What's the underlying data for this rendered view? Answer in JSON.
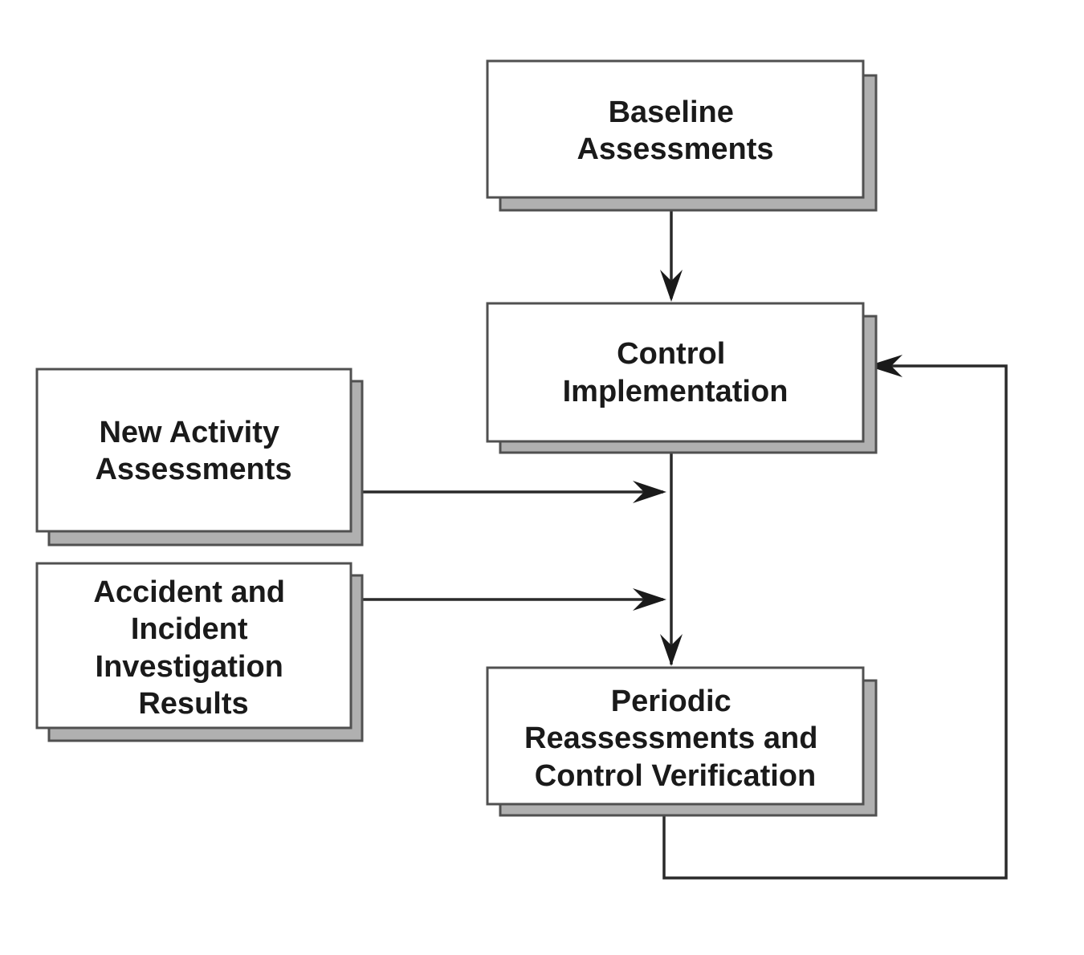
{
  "nodes": {
    "baseline": {
      "lines": [
        "Baseline",
        "Assessments"
      ]
    },
    "control": {
      "lines": [
        "Control",
        "Implementation"
      ]
    },
    "new_activity": {
      "lines": [
        "New Activity",
        "Assessments"
      ]
    },
    "accident": {
      "lines": [
        "Accident and",
        "Incident",
        "Investigation",
        "Results"
      ]
    },
    "periodic": {
      "lines": [
        "Periodic",
        "Reassessments and",
        "Control Verification"
      ]
    }
  },
  "colors": {
    "box_fill": "#ffffff",
    "shadow": "#b0b0b0",
    "border": "#505050",
    "line": "#2a2a2a",
    "text": "#1a1a1a"
  }
}
